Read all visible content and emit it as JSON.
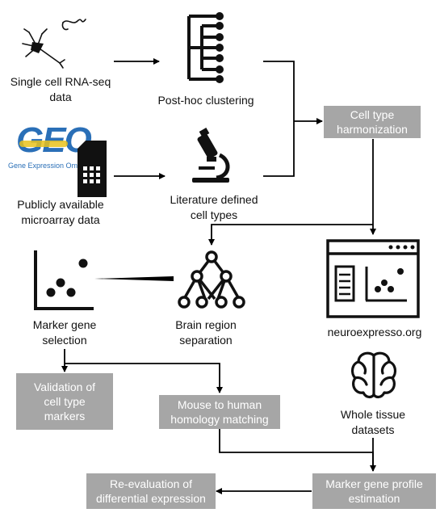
{
  "sources": {
    "single_cell": {
      "label_line1": "Single cell RNA-seq",
      "label_line2": "data"
    },
    "microarray": {
      "label_line1": "Publicly available",
      "label_line2": "microarray data"
    },
    "geo_logo": {
      "text": "GEO",
      "subtext": "Gene Expression Omnibus"
    }
  },
  "steps": {
    "clustering": {
      "label": "Post-hoc clustering"
    },
    "literature": {
      "label_line1": "Literature defined",
      "label_line2": "cell types"
    },
    "harmonization": {
      "label_line1": "Cell type",
      "label_line2": "harmonization"
    },
    "marker_selection": {
      "label_line1": "Marker gene",
      "label_line2": "selection"
    },
    "brain_region": {
      "label_line1": "Brain region",
      "label_line2": "separation"
    },
    "website": {
      "label": "neuroexpresso.org"
    },
    "validation": {
      "label_line1": "Validation of",
      "label_line2": "cell type",
      "label_line3": "markers"
    },
    "homology": {
      "label_line1": "Mouse to human",
      "label_line2": "homology matching"
    },
    "whole_tissue": {
      "label_line1": "Whole tissue",
      "label_line2": "datasets"
    },
    "profile_estimation": {
      "label_line1": "Marker gene profile",
      "label_line2": "estimation"
    },
    "reevaluation": {
      "label_line1": "Re-evaluation of",
      "label_line2": "differential expression"
    }
  },
  "colors": {
    "box_fill": "#a6a6a6",
    "box_text": "#ffffff",
    "line": "#000000",
    "geo_blue": "#2a6fb7",
    "geo_yellow": "#e9c21c"
  },
  "icons": {
    "neuron": "neuron-icon",
    "tree": "dendrogram-icon",
    "microscope": "microscope-icon",
    "geo": "geo-logo",
    "chip": "microarray-chip-icon",
    "scatter": "scatter-plot-icon",
    "hierarchy": "hierarchy-network-icon",
    "browser": "browser-window-icon",
    "brain": "brain-icon"
  }
}
